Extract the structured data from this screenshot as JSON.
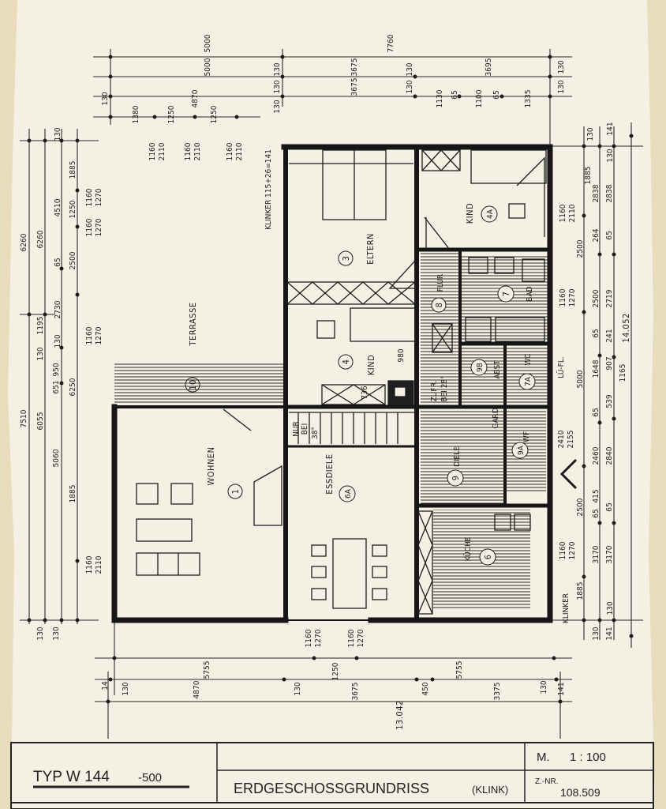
{
  "title_block": {
    "type": "TYP  W 144",
    "variant": "-500",
    "drawing_title": "ERDGESCHOSSGRUNDRISS",
    "drawing_subtitle": "(KLINK)",
    "scale_label": "M.",
    "scale": "1 : 100",
    "number_label": "Z.-NR.",
    "number": "108.509"
  },
  "rooms": {
    "terrasse": {
      "label": "TERRASSE",
      "num": "10"
    },
    "wohnen": {
      "label": "WOHNEN",
      "num": "1"
    },
    "essdiele": {
      "label": "ESSDIELE",
      "num": "6A"
    },
    "eltern": {
      "label": "ELTERN",
      "num": "3"
    },
    "kind_4a": {
      "label": "KIND",
      "num": "4A"
    },
    "kind_4": {
      "label": "KIND",
      "num": "4"
    },
    "flur": {
      "label": "FLUR",
      "num": "8"
    },
    "bad": {
      "label": "BAD",
      "num": "7"
    },
    "abst": {
      "label": "ABST",
      "num": "9B"
    },
    "wc": {
      "label": "WC",
      "num": "7A"
    },
    "gard": {
      "label": "GARD."
    },
    "diele": {
      "label": "DIELE",
      "num": "9"
    },
    "wf": {
      "label": "WF",
      "num": "9A"
    },
    "kueche": {
      "label": "KÜCHE",
      "num": "6"
    }
  },
  "notes": {
    "klinker_top": "KLINKER 115+26=141",
    "zufr": "ZUFR.",
    "zufr_bei": "BEI 28°",
    "nur": "NUR",
    "bei": "BEI",
    "deg": "38°",
    "lueftung": "LÜ-FL.",
    "klinker_bottom": "KLINKER",
    "stove_980": "980",
    "stove_736": "736",
    "total_width": "13.042",
    "total_depth": "14.052"
  },
  "dimensions": {
    "top": [
      "5000",
      "7760",
      "5000",
      "3675",
      "3695",
      "130",
      "3675",
      "130",
      "130",
      "4870",
      "130",
      "1130",
      "65",
      "1100",
      "65",
      "1335",
      "130",
      "130",
      "1380",
      "1250",
      "1250",
      "130",
      "130"
    ],
    "top_windows": [
      [
        "1160",
        "2110"
      ],
      [
        "1160",
        "2110"
      ],
      [
        "1160",
        "2110"
      ]
    ],
    "left": [
      "6260",
      "6260",
      "130",
      "4510",
      "1885",
      "1250",
      "65",
      "2500",
      "2730",
      "1195",
      "130",
      "130",
      "950",
      "651",
      "6250",
      "7510",
      "6055",
      "5060",
      "1885",
      "130",
      "130"
    ],
    "left_windows": [
      [
        "1160",
        "1270"
      ],
      [
        "1160",
        "1270"
      ],
      [
        "1160",
        "1270"
      ],
      [
        "1160",
        "2110"
      ]
    ],
    "right": [
      "130",
      "141",
      "1885",
      "2838",
      "2838",
      "130",
      "2500",
      "264",
      "65",
      "2500",
      "2719",
      "65",
      "241",
      "5000",
      "1648",
      "907",
      "1165",
      "65",
      "539",
      "2460",
      "2840",
      "65",
      "415",
      "65",
      "2500",
      "3170",
      "3170",
      "1885",
      "130",
      "130",
      "141"
    ],
    "right_windows": [
      [
        "1160",
        "2110"
      ],
      [
        "1160",
        "1270"
      ],
      [
        "2410",
        "2155"
      ],
      [
        "1160",
        "1270"
      ]
    ],
    "bottom": [
      "5755",
      "1250",
      "5755",
      "14",
      "130",
      "4870",
      "130",
      "3675",
      "450",
      "3375",
      "130",
      "141"
    ],
    "bottom_windows": [
      [
        "1160",
        "1270"
      ],
      [
        "1160",
        "1270"
      ]
    ]
  }
}
